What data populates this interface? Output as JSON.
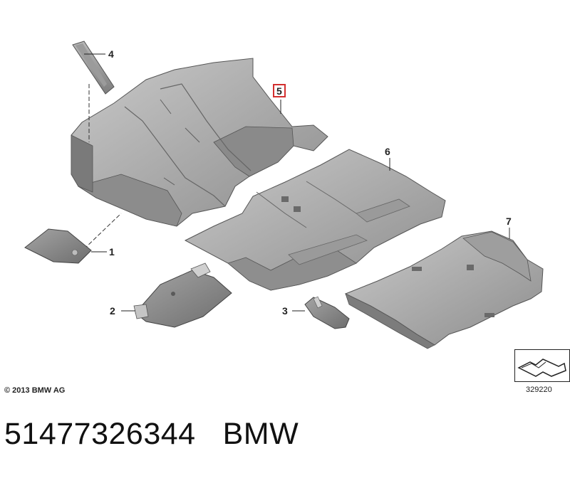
{
  "callouts": {
    "part1": "1",
    "part2": "2",
    "part3": "3",
    "part4": "4",
    "part5": "5",
    "part6": "6",
    "part7": "7"
  },
  "highlighted_callout": "5",
  "highlight_color": "#d32f2f",
  "copyright": "© 2013 BMW AG",
  "reference_number": "329220",
  "footer": {
    "part_number": "51477326344",
    "brand": "BMW"
  }
}
